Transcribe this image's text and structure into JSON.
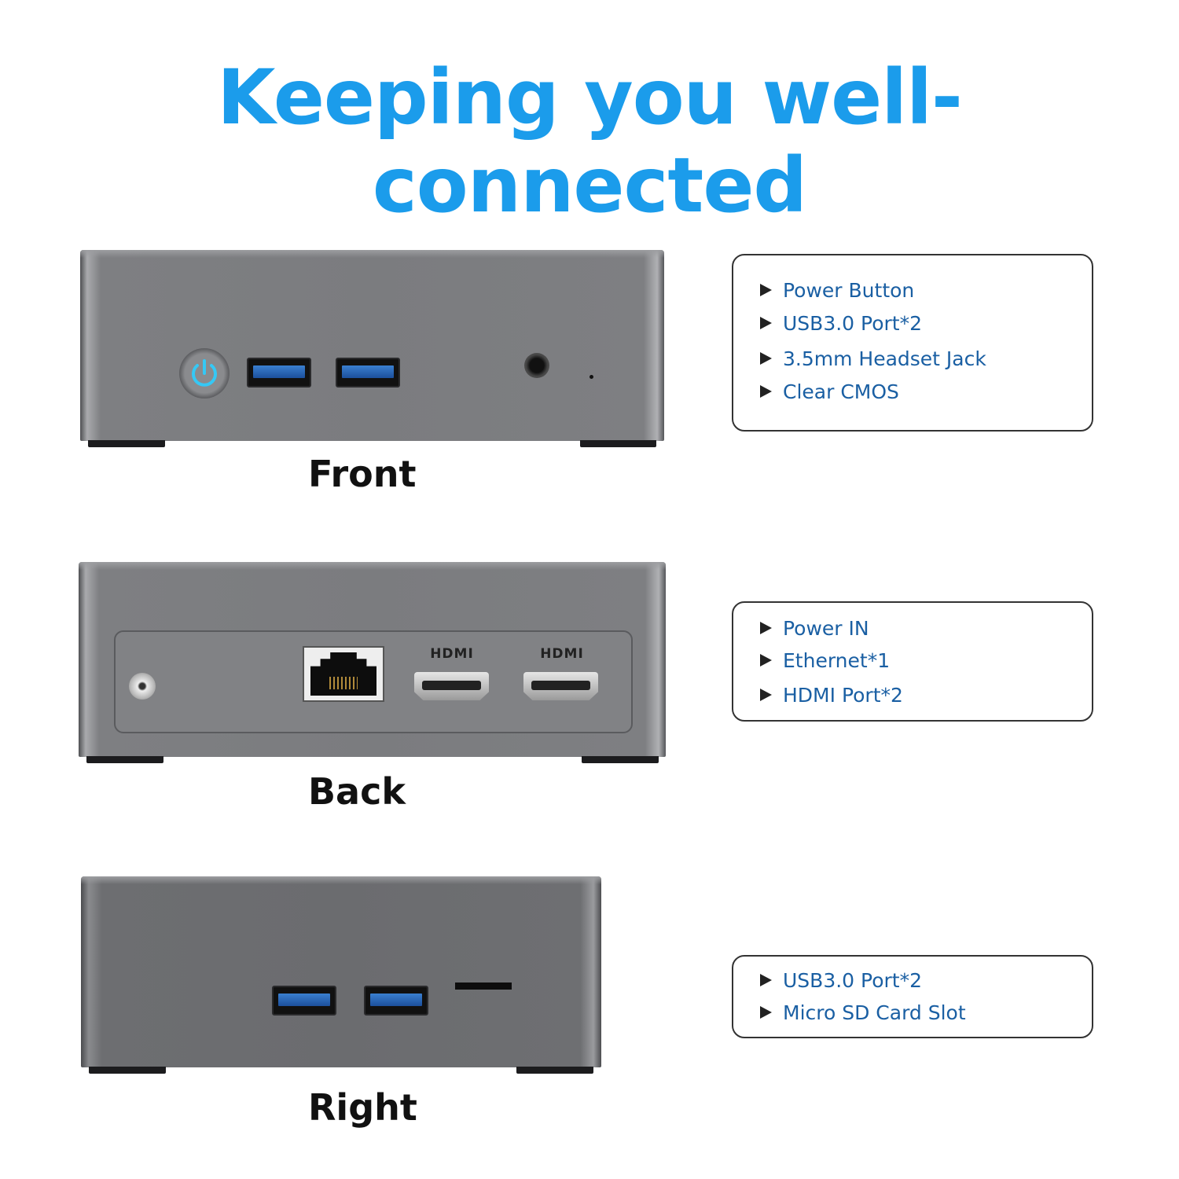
{
  "title": "Keeping you well-connected",
  "colors": {
    "title": "#1b9ceb",
    "item_text": "#1a5fa3",
    "device_body": "#7b7c7f",
    "usb_port": "#2a66b8",
    "power_led": "#2fc4f0"
  },
  "views": [
    {
      "label": "Front",
      "items": [
        "Power Button",
        "USB3.0 Port*2",
        "3.5mm Headset Jack",
        "Clear CMOS"
      ]
    },
    {
      "label": "Back",
      "items": [
        "Power IN",
        "Ethernet*1",
        "HDMI Port*2"
      ],
      "port_logos": [
        "HDMI",
        "HDMI"
      ]
    },
    {
      "label": "Right",
      "items": [
        "USB3.0 Port*2",
        "Micro SD Card Slot"
      ]
    }
  ],
  "icons": {
    "bullet": "triangle-right-icon",
    "power": "power-icon"
  }
}
